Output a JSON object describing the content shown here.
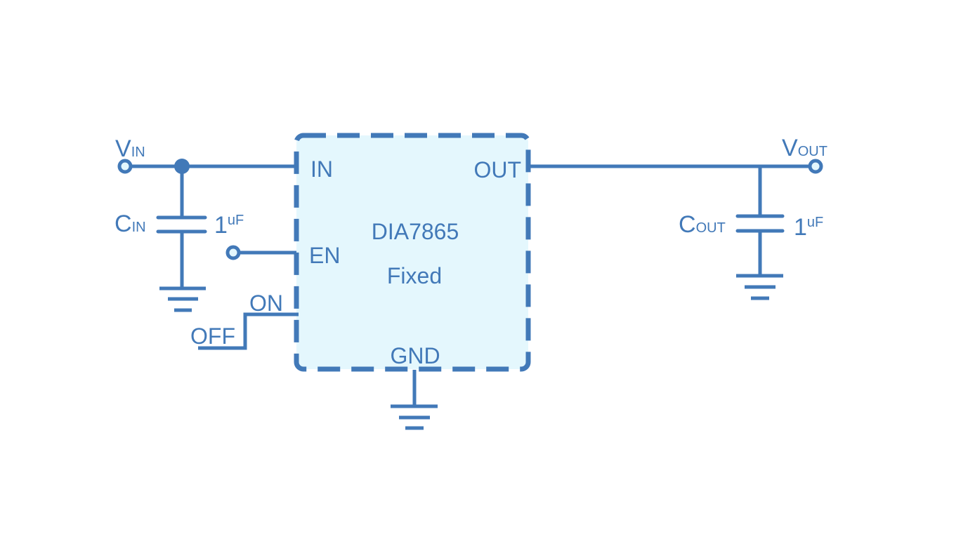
{
  "colors": {
    "wire": "#4279b8",
    "chip_fill": "#e4f7fd",
    "terminal_fill": "#e4f7fd",
    "background": "#ffffff"
  },
  "chip": {
    "part_number": "DIA7865",
    "variant": "Fixed",
    "pins": {
      "in": "IN",
      "out": "OUT",
      "en": "EN",
      "gnd": "GND"
    }
  },
  "input": {
    "terminal_main": "V",
    "terminal_sub": "IN",
    "cap_main": "C",
    "cap_sub": "IN",
    "cap_value": "1",
    "cap_unit": "uF"
  },
  "output": {
    "terminal_main": "V",
    "terminal_sub": "OUT",
    "cap_main": "C",
    "cap_sub": "OUT",
    "cap_value": "1",
    "cap_unit": "uF"
  },
  "enable_switch": {
    "on_label": "ON",
    "off_label": "OFF"
  }
}
